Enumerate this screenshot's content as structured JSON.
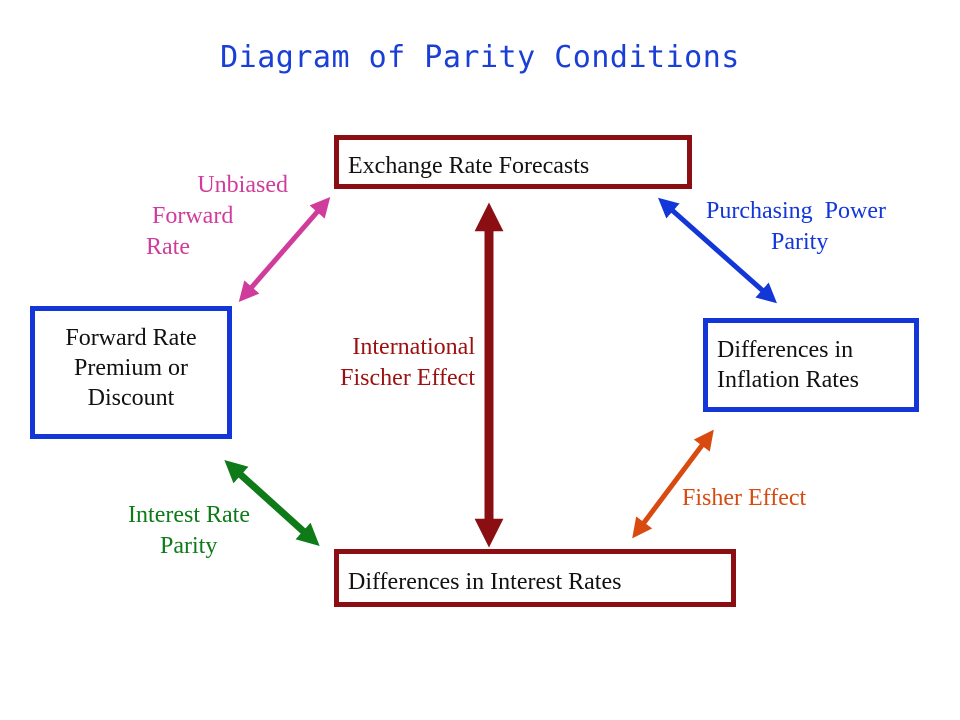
{
  "title": "Diagram of Parity Conditions",
  "nodes": {
    "exchange": {
      "lines": [
        "Exchange Rate Forecasts"
      ]
    },
    "forward": {
      "lines": [
        "Forward Rate",
        "Premium or",
        "Discount"
      ]
    },
    "inflation": {
      "lines": [
        "Differences in",
        "Inflation Rates"
      ]
    },
    "interest": {
      "lines": [
        "Differences in Interest Rates"
      ]
    }
  },
  "relations": {
    "unbiased": {
      "lines": [
        "Unbiased",
        "Forward",
        "Rate"
      ],
      "color": "#d03c9c"
    },
    "ppp": {
      "lines": [
        "Purchasing  Power",
        "Parity"
      ],
      "color": "#1236d8"
    },
    "ife": {
      "lines": [
        "International",
        "Fischer Effect"
      ],
      "color": "#9b1010"
    },
    "fisher": {
      "lines": [
        "Fisher Effect"
      ],
      "color": "#d84a10"
    },
    "irp": {
      "lines": [
        "Interest Rate",
        "Parity"
      ],
      "color": "#0e7a18"
    }
  },
  "colors": {
    "title": "#1a3fd6",
    "box_red_border": "#8b0f12",
    "box_blue_border": "#1236d8"
  }
}
